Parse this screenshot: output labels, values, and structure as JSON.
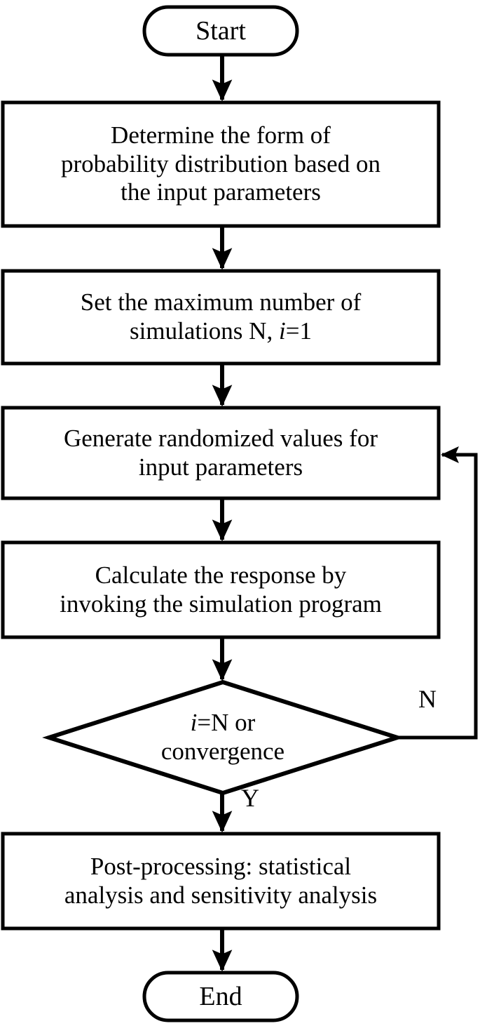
{
  "diagram": {
    "title": "Monte Carlo simulation workflow flowchart",
    "type": "flowchart",
    "stroke_color": "#000000",
    "fill_color": "#ffffff",
    "text_color": "#000000"
  },
  "nodes": {
    "start": {
      "shape": "terminator",
      "label": "Start"
    },
    "determine_distribution": {
      "shape": "process",
      "label": "Determine the form of\nprobability distribution based on\nthe input parameters"
    },
    "set_max_simulations": {
      "shape": "process",
      "label_line1": "Set the maximum number of",
      "label_line2_pre": "simulations N, ",
      "label_line2_italic": "i",
      "label_line2_post": "=1"
    },
    "generate_random_values": {
      "shape": "process",
      "label": "Generate randomized values for\ninput parameters"
    },
    "calculate_response": {
      "shape": "process",
      "label": "Calculate the response by\ninvoking the simulation program"
    },
    "convergence_decision": {
      "shape": "decision",
      "label_italic": "i",
      "label_line1_post": "=N or",
      "label_line2": "convergence"
    },
    "post_processing": {
      "shape": "process",
      "label": "Post-processing: statistical\nanalysis and sensitivity analysis"
    },
    "end": {
      "shape": "terminator",
      "label": "End"
    }
  },
  "edge_labels": {
    "no_branch": "N",
    "yes_branch": "Y"
  },
  "edges": [
    {
      "from": "start",
      "to": "determine_distribution",
      "label": ""
    },
    {
      "from": "determine_distribution",
      "to": "set_max_simulations",
      "label": ""
    },
    {
      "from": "set_max_simulations",
      "to": "generate_random_values",
      "label": ""
    },
    {
      "from": "generate_random_values",
      "to": "calculate_response",
      "label": ""
    },
    {
      "from": "calculate_response",
      "to": "convergence_decision",
      "label": ""
    },
    {
      "from": "convergence_decision",
      "to": "generate_random_values",
      "label": "N"
    },
    {
      "from": "convergence_decision",
      "to": "post_processing",
      "label": "Y"
    },
    {
      "from": "post_processing",
      "to": "end",
      "label": ""
    }
  ]
}
